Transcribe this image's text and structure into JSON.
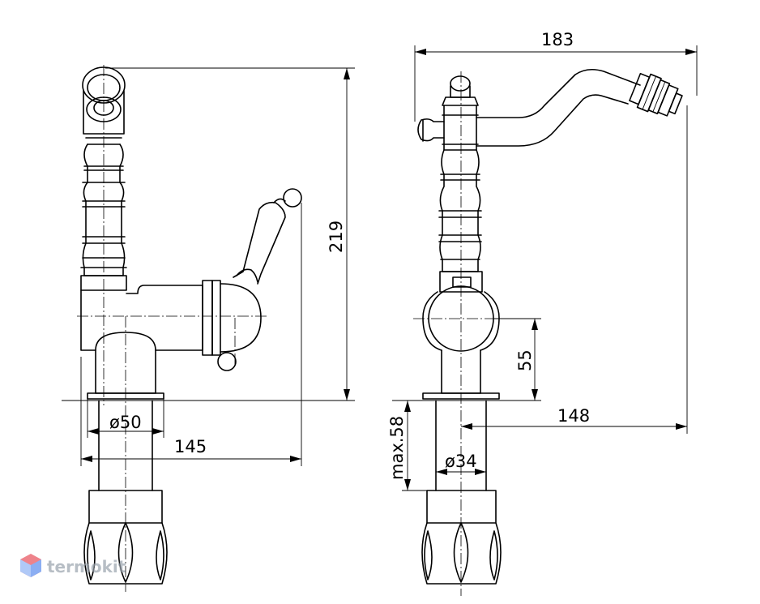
{
  "dimensions": {
    "width_top": "183",
    "height_total": "219",
    "height_body": "55",
    "reach": "148",
    "width_base": "145",
    "dia_left": "ø50",
    "dia_right": "ø34",
    "max_depth": "max.58"
  },
  "watermark": {
    "text": "termokit"
  },
  "icons": {
    "logo": "hexagon-cube-icon"
  },
  "colors": {
    "line": "#000000",
    "logo_red": "#e8505b",
    "logo_blue": "#5b8def",
    "logo_text": "#9aa3ad"
  }
}
